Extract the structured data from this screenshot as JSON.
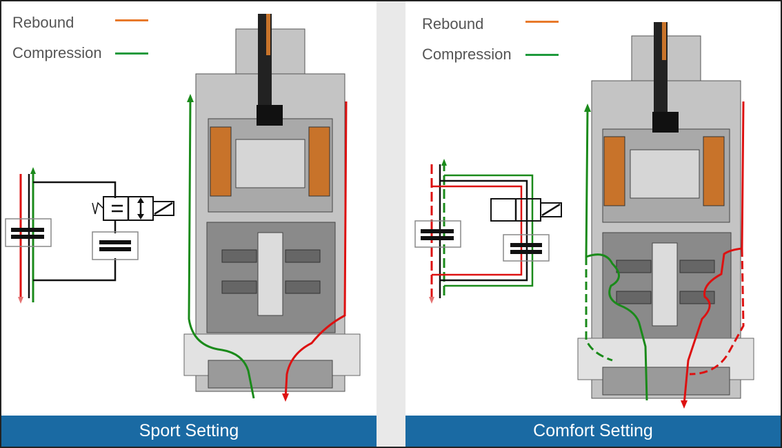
{
  "legend": {
    "rebound_label": "Rebound",
    "compression_label": "Compression",
    "rebound_color": "#e8792a",
    "compression_color": "#1e9a3c"
  },
  "panels": [
    {
      "banner": "Sport Setting"
    },
    {
      "banner": "Comfort Setting"
    }
  ],
  "colors": {
    "flow_red": "#dd1111",
    "flow_green": "#1a8a1a",
    "banner_bg": "#1a6aa3",
    "coil": "#c8732a"
  }
}
